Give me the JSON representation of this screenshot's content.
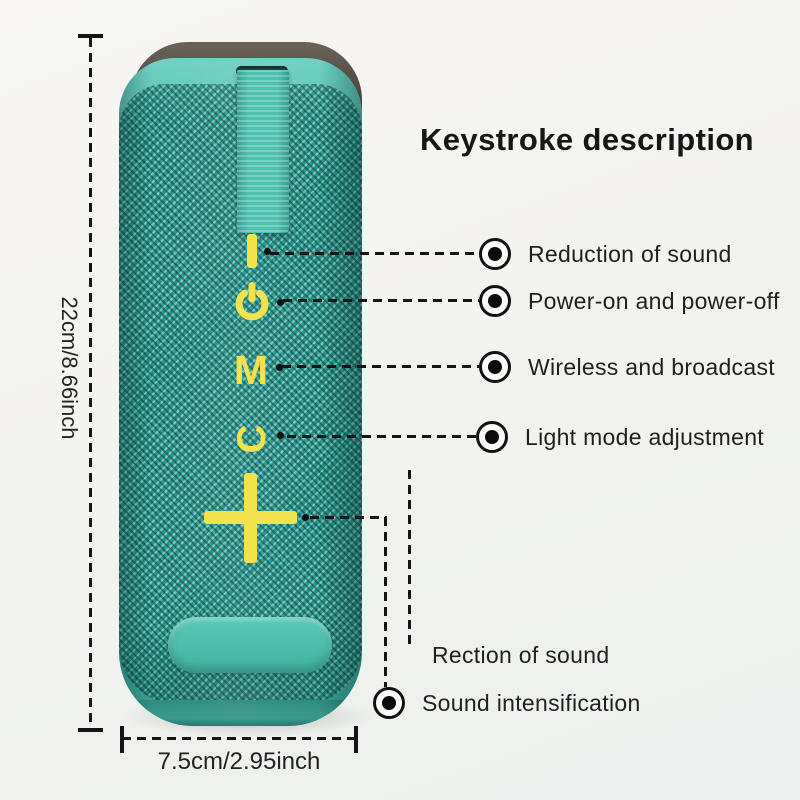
{
  "title": "Keystroke description",
  "dimensions": {
    "height": "22cm/8.66inch",
    "width": "7.5cm/2.95inch"
  },
  "callouts": [
    {
      "label": "Reduction of sound"
    },
    {
      "label": "Power-on and power-off"
    },
    {
      "label": "Wireless and broadcast"
    },
    {
      "label": "Light mode adjustment"
    },
    {
      "label": "Rection of sound"
    },
    {
      "label": "Sound intensification"
    }
  ],
  "speaker": {
    "buttons": [
      {
        "name": "volume-down",
        "icon": "minus-icon"
      },
      {
        "name": "power",
        "icon": "power-icon"
      },
      {
        "name": "mode",
        "glyph": "M"
      },
      {
        "name": "light",
        "glyph": "C"
      },
      {
        "name": "volume-up",
        "icon": "plus-icon"
      }
    ],
    "colors": {
      "fabric_teal": "#2aa196",
      "smooth_teal": "#4fc1b3",
      "button_yellow": "#f2e24c",
      "top_cap": "#4a453f",
      "line_black": "#141414",
      "background": "#f4f3f0"
    }
  }
}
